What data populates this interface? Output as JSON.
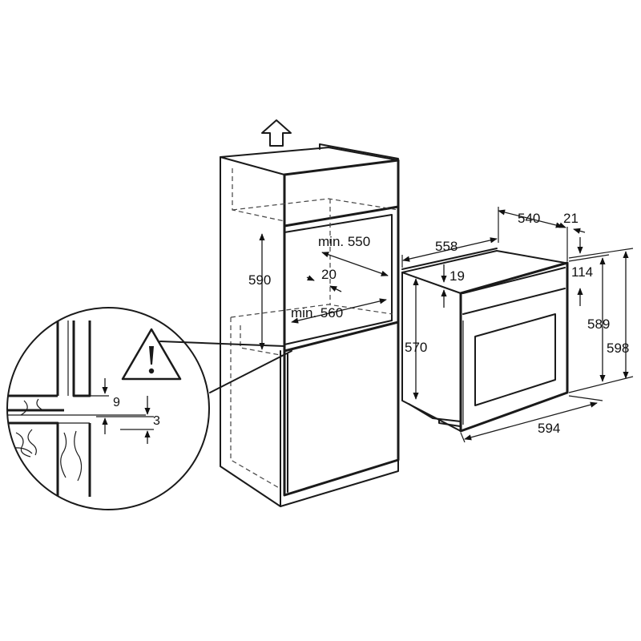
{
  "dimensions": {
    "niche_depth_min": "min. 550",
    "niche_height": "590",
    "niche_gap": "20",
    "niche_width_min": "min. 560",
    "oven_depth": "540",
    "door_thickness": "21",
    "total_depth": "558",
    "panel_offset": "19",
    "panel_height": "114",
    "body_height": "570",
    "front_height": "589",
    "total_height": "598",
    "front_width": "594",
    "detail_gap": "9",
    "detail_clearance": "3"
  },
  "icons": {
    "warning": "warning-triangle-icon",
    "ventilation": "up-arrow-icon"
  }
}
